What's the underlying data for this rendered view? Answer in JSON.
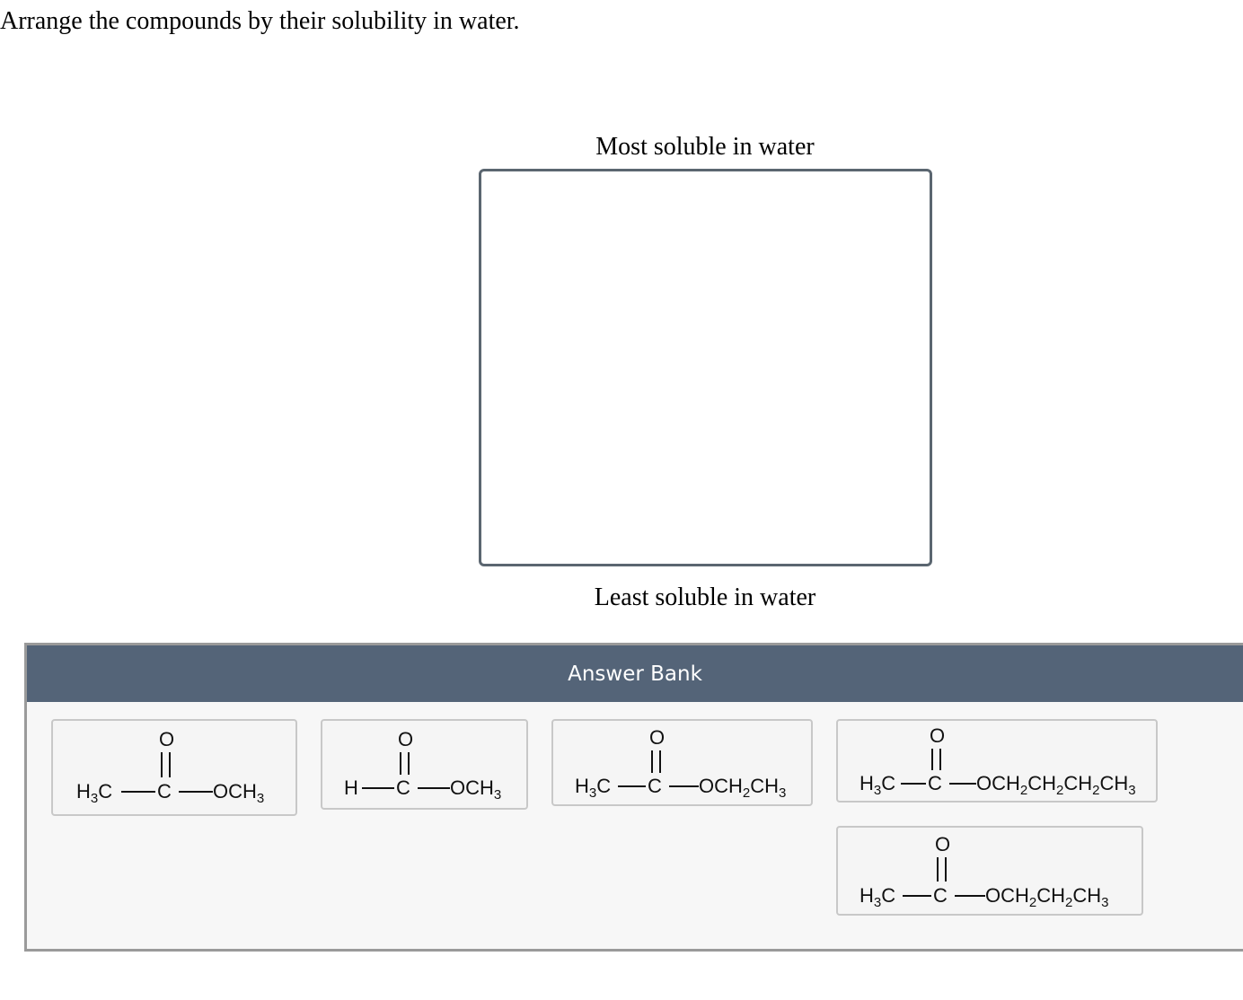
{
  "question": "Arrange the compounds by their solubility in water.",
  "zone": {
    "top_label": "Most soluble in water",
    "bottom_label": "Least soluble in water"
  },
  "answer_bank": {
    "title": "Answer Bank",
    "compounds": [
      {
        "left_group": "H3C",
        "carbonyl_o": "O",
        "carbonyl_c": "C",
        "right_group": "OCH3"
      },
      {
        "left_group": "H",
        "carbonyl_o": "O",
        "carbonyl_c": "C",
        "right_group": "OCH3"
      },
      {
        "left_group": "H3C",
        "carbonyl_o": "O",
        "carbonyl_c": "C",
        "right_group": "OCH2CH3"
      },
      {
        "left_group": "H3C",
        "carbonyl_o": "O",
        "carbonyl_c": "C",
        "right_group": "OCH2CH2CH2CH3"
      },
      {
        "left_group": "H3C",
        "carbonyl_o": "O",
        "carbonyl_c": "C",
        "right_group": "OCH2CH2CH3"
      }
    ]
  }
}
